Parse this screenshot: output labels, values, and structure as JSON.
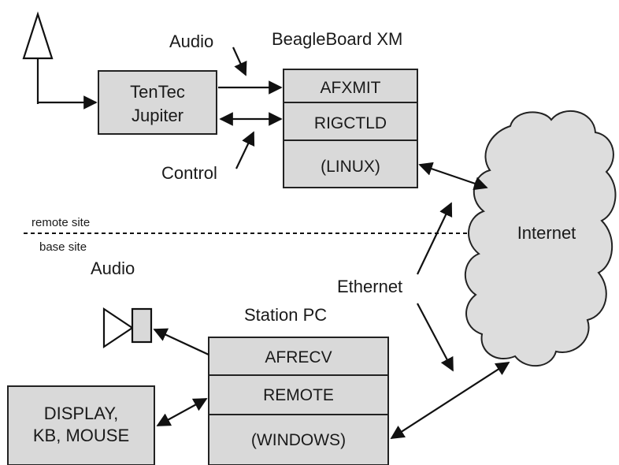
{
  "labels": {
    "audio_top": "Audio",
    "beagleboard_title": "BeagleBoard XM",
    "tentec_line1": "TenTec",
    "tentec_line2": "Jupiter",
    "afxmit": "AFXMIT",
    "rigctld": "RIGCTLD",
    "linux": "(LINUX)",
    "control": "Control",
    "remote_site": "remote site",
    "base_site": "base site",
    "audio_bottom": "Audio",
    "internet": "Internet",
    "ethernet": "Ethernet",
    "station_pc_title": "Station PC",
    "afrecv": "AFRECV",
    "remote": "REMOTE",
    "windows": "(WINDOWS)",
    "display_line1": "DISPLAY,",
    "display_line2": "KB, MOUSE"
  },
  "colors": {
    "box_fill": "#d9d9d9",
    "cloud_fill": "#dddddd",
    "stroke": "#222222"
  },
  "icons": [
    "antenna-icon",
    "speaker-icon",
    "internet-cloud"
  ]
}
